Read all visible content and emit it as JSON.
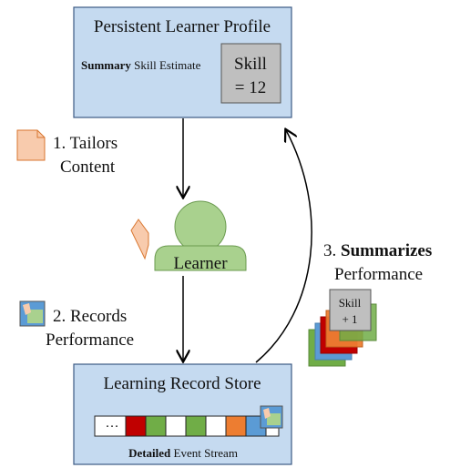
{
  "profile_box": {
    "title": "Persistent  Learner Profile",
    "summary_bold": "Summary",
    "summary_rest": " Skill Estimate",
    "skill_line1": "Skill",
    "skill_line2": "= 12"
  },
  "learner": {
    "label": "Learner"
  },
  "steps": {
    "tailors_line1": "1. Tailors",
    "tailors_line2": "Content",
    "records_line1": "2. Records",
    "records_line2": "Performance",
    "summarizes_prefix": "3. ",
    "summarizes_bold": "Summarizes",
    "summarizes_line2": "Performance"
  },
  "card_stack": {
    "line1": "Skill",
    "line2": "+ 1"
  },
  "lrs_box": {
    "title": "Learning  Record Store",
    "ellipsis": "···",
    "detailed_bold": "Detailed",
    "detailed_rest": " Event Stream",
    "event_colors": [
      "#c00000",
      "#70ad47",
      "#ffffff",
      "#70ad47",
      "#ffffff",
      "#ed7d31",
      "#5b9bd5",
      "#ffffff"
    ]
  },
  "colors": {
    "box_fill": "#c5daf0",
    "box_stroke": "#3c5a84",
    "learner_fill": "#a9d18e",
    "learner_stroke": "#6a9a4f",
    "skill_card": "#bfbfbf"
  }
}
